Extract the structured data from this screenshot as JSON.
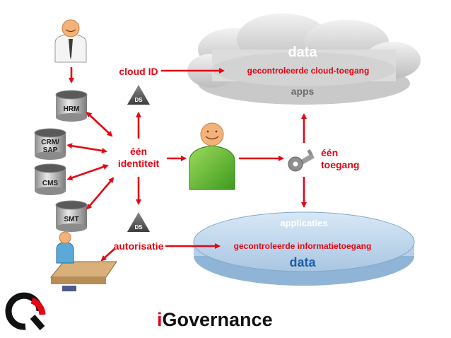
{
  "cloud": {
    "title": "data",
    "access": "gecontroleerde cloud-toegang",
    "apps": "apps"
  },
  "labels": {
    "cloud_id": "cloud ID",
    "identity_line1": "één",
    "identity_line2": "identiteit",
    "access_line1": "één",
    "access_line2": "toegang",
    "authorisation": "autorisatie"
  },
  "directory": {
    "top": "DS",
    "bottom": "DS"
  },
  "systems": [
    "HRM",
    "CRM/\nSAP",
    "CMS",
    "SMT"
  ],
  "platform": {
    "apps": "applicaties",
    "access": "gecontroleerde informatietoegang",
    "data": "data"
  },
  "brand": {
    "accent": "i",
    "name": "Governance"
  },
  "colors": {
    "arrow": "#e30613",
    "cloud": "#d9d9d9",
    "disk": "#b9d3ea",
    "person_green": "#5fb52f"
  }
}
